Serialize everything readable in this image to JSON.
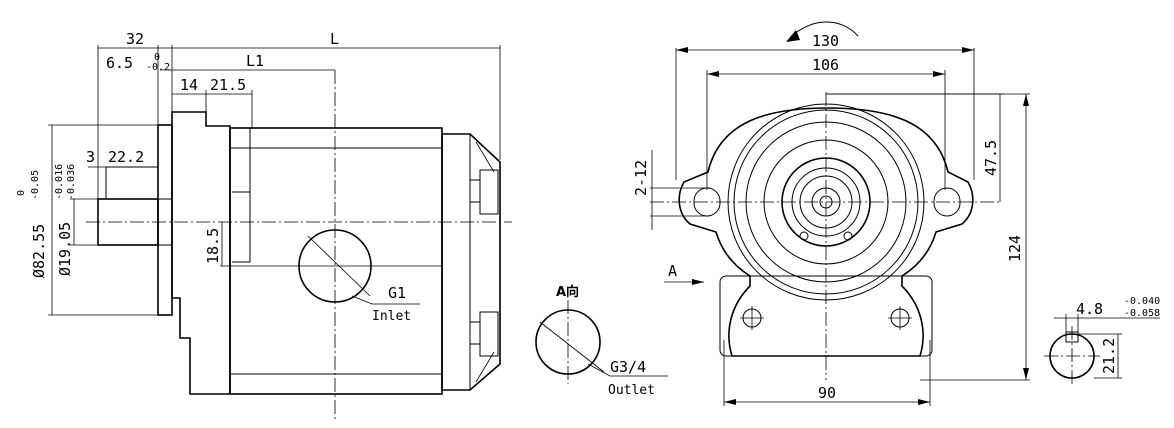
{
  "side_view": {
    "dim_32": "32",
    "dim_L": "L",
    "dim_6_5": "6.5",
    "tol_6_5_upper": "0",
    "tol_6_5_lower": "-0.2",
    "dim_L1": "L1",
    "dim_14": "14",
    "dim_21_5": "21.5",
    "dim_3": "3",
    "dim_22_2": "22.2",
    "dim_82_55": "Ø82.55",
    "tol_82_55_upper": "0",
    "tol_82_55_lower": "-0.05",
    "dim_19_05": "Ø19.05",
    "tol_19_05_upper": "-0.016",
    "tol_19_05_lower": "-0.036",
    "dim_18_5": "18.5",
    "port_label": "G1",
    "port_caption": "Inlet"
  },
  "view_a": {
    "title": "A向",
    "port_label": "G3/4",
    "port_caption": "Outlet"
  },
  "front_view": {
    "dim_130": "130",
    "dim_106": "106",
    "dim_2_12": "2-12",
    "dim_47_5": "47.5",
    "dim_124": "124",
    "dim_90": "90",
    "view_arrow_label": "A"
  },
  "key_view": {
    "dim_4_8": "4.8",
    "tol_4_8_upper": "-0.040",
    "tol_4_8_lower": "-0.058",
    "dim_21_2": "21.2"
  }
}
